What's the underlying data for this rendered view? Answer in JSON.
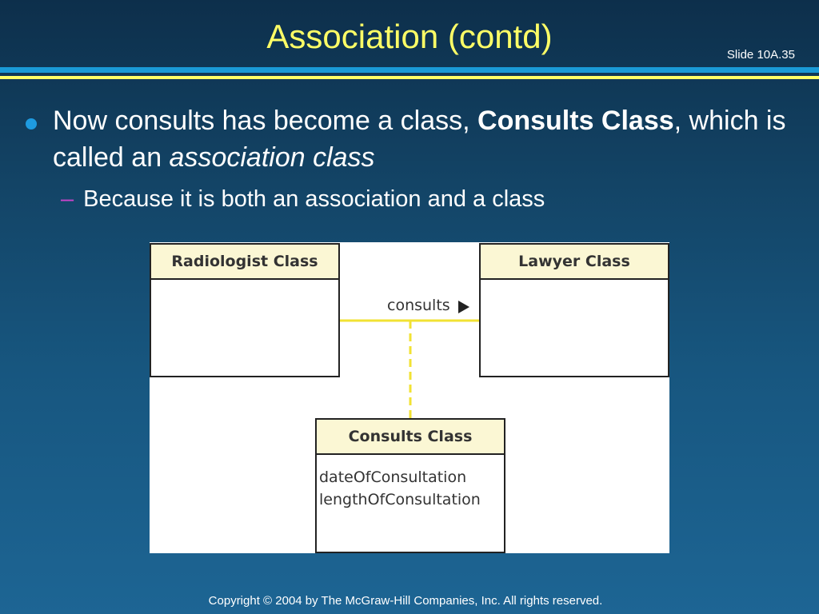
{
  "slide": {
    "title": "Association (contd)",
    "number": "Slide 10A.35",
    "footer": "Copyright © 2004 by The McGraw-Hill Companies, Inc.   All rights reserved."
  },
  "bullets": {
    "main": {
      "prefix": "Now consults has become a class, ",
      "bold": "Consults Class",
      "middle": ", which is called an ",
      "italic": "association class"
    },
    "sub": {
      "dash": "–",
      "text": "Because it is both an association and a class"
    }
  },
  "diagram": {
    "classes": {
      "radiologist": {
        "name": "Radiologist Class"
      },
      "lawyer": {
        "name": "Lawyer Class"
      },
      "consults": {
        "name": "Consults Class",
        "attributes": [
          "dateOfConsultation",
          "lengthOfConsultation"
        ]
      }
    },
    "association": {
      "label": "consults",
      "line_color": "#f2e233"
    }
  },
  "colors": {
    "title": "#ffff66",
    "rule_blue": "#1a9ad6",
    "rule_yellow": "#ffff66",
    "bullet_dot": "#1e9be0",
    "sub_dash": "#cc44cc",
    "class_header_fill": "#fbf7d4"
  }
}
